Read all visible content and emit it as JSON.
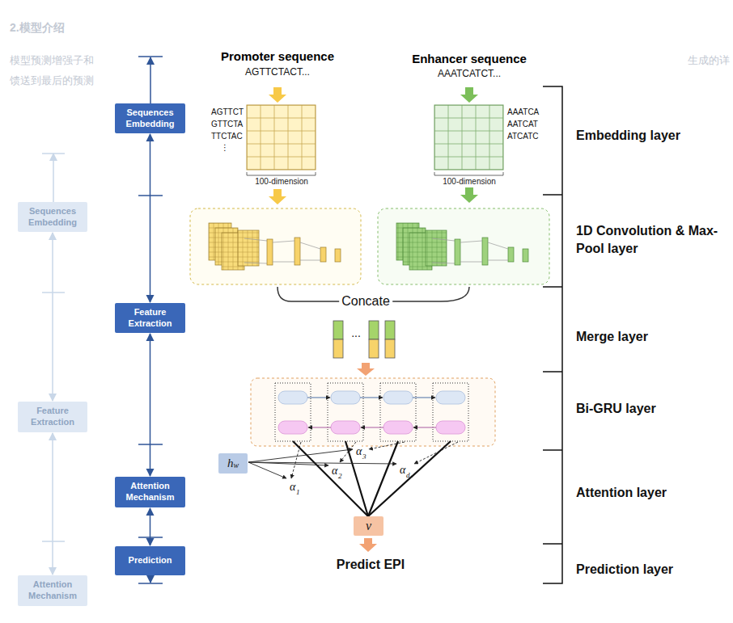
{
  "diagram": {
    "nodes": [
      {
        "text": [
          "Sequences Embedding"
        ]
      },
      {
        "text": [
          "Feature Extraction"
        ]
      },
      {
        "text": [
          "Attention Mechanism"
        ]
      },
      {
        "text": [
          "Prediction"
        ]
      },
      {
        "text": [
          "Sequences Embedding"
        ]
      },
      {
        "text": [
          "Feature Extraction"
        ]
      },
      {
        "text": [
          "Attention Mechanism"
        ]
      },
      {
        "text": [
          "h",
          "w"
        ]
      },
      {
        "text": [
          "v"
        ]
      }
    ],
    "edges": [
      {
        "from": 0,
        "to": 1,
        "arrow": "both"
      },
      {
        "from": 1,
        "to": 2,
        "arrow": "both"
      },
      {
        "from": 2,
        "to": 3,
        "arrow": "both"
      },
      {
        "from": 4,
        "to": 5,
        "arrow": "both"
      },
      {
        "from": 5,
        "to": 6,
        "arrow": "both"
      }
    ],
    "labels": [
      "2.模型介绍",
      "模型预测增强子和",
      "馈送到最后的预测",
      "生成的详",
      "Promoter sequence",
      "AGTTCTACT...",
      "Enhancer sequence",
      "AAATCATCT...",
      "AGTTCT",
      "GTTCTA",
      "TTCTAC",
      "⋮",
      "100-dimension",
      "AAATCA",
      "AATCAT",
      "ATCATC",
      "100-dimension",
      "Concate",
      "...",
      "α",
      "1",
      "α",
      "2",
      "α",
      "3",
      "α",
      "d",
      "Predict EPI",
      "Embedding layer",
      "1D Convolution & Max-Pool layer",
      "Merge layer",
      "Bi-GRU layer",
      "Attention layer",
      "Prediction layer"
    ]
  }
}
